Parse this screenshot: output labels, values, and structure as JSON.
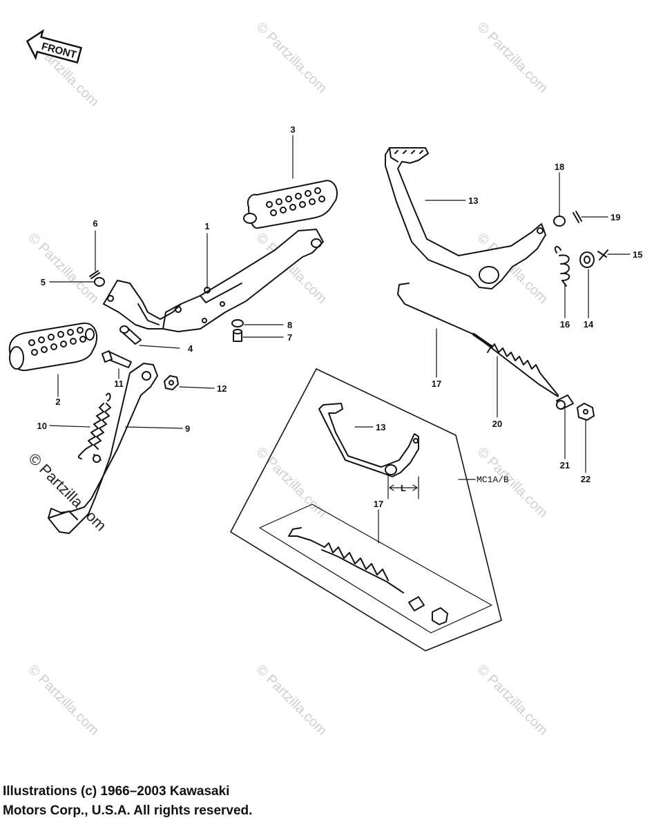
{
  "front_arrow": {
    "label": "FRONT"
  },
  "callouts": {
    "c1": "1",
    "c2": "2",
    "c3": "3",
    "c4": "4",
    "c5": "5",
    "c6": "6",
    "c7": "7",
    "c8": "8",
    "c9": "9",
    "c10": "10",
    "c11": "11",
    "c12": "12",
    "c13a": "13",
    "c13b": "13",
    "c14": "14",
    "c15": "15",
    "c16": "16",
    "c17a": "17",
    "c17b": "17",
    "c18": "18",
    "c19": "19",
    "c20": "20",
    "c21": "21",
    "c22": "22"
  },
  "variant_label": "MC1A/B",
  "dimension_label": "L",
  "watermarks": {
    "small": "© Partzilla.com",
    "large": "© Partzilla.com"
  },
  "copyright": {
    "line1": "Illustrations (c) 1966–2003 Kawasaki",
    "line2": "Motors Corp., U.S.A.  All rights reserved."
  },
  "colors": {
    "ink": "#111111",
    "watermark": "#cfcfcf",
    "background": "#ffffff"
  }
}
